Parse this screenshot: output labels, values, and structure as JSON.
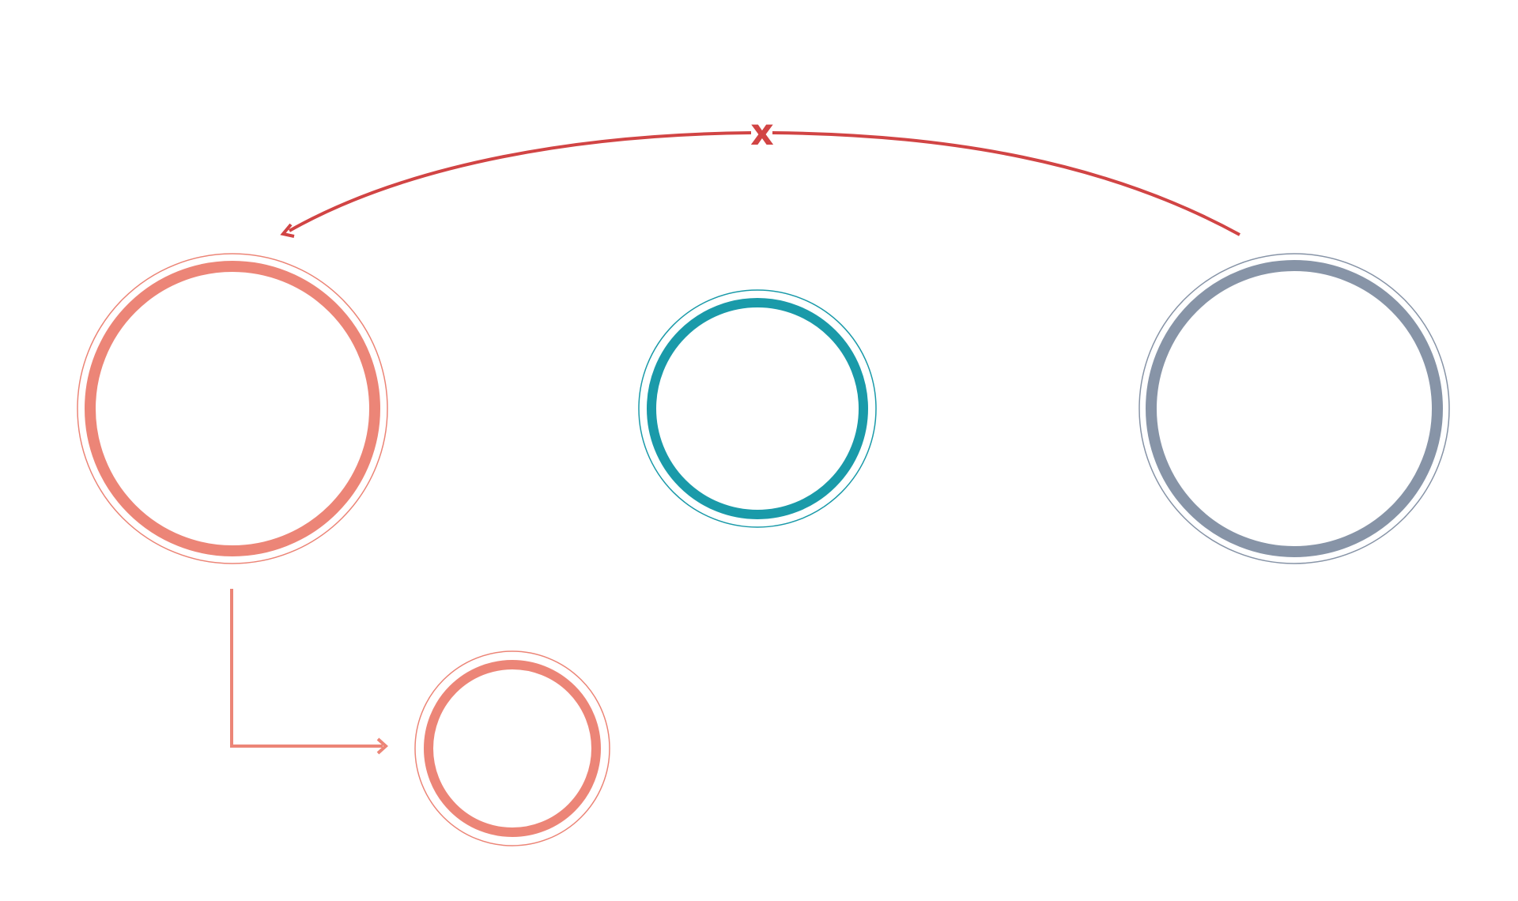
{
  "colors": {
    "coral": "#EC8577",
    "teal": "#1A9AA9",
    "slate": "#8794A7",
    "red": "#D14444",
    "background": "#FFFFFF"
  },
  "nodes": [
    {
      "id": "node-left",
      "color": "coral"
    },
    {
      "id": "node-center",
      "color": "teal"
    },
    {
      "id": "node-right",
      "color": "slate"
    },
    {
      "id": "node-bottom",
      "color": "coral"
    }
  ],
  "connectors": [
    {
      "id": "blocked-arc",
      "from": "node-right",
      "to": "node-left",
      "color": "red",
      "marker": "x-icon"
    },
    {
      "id": "elbow-arrow",
      "from": "node-left",
      "to": "node-bottom",
      "color": "coral"
    }
  ]
}
